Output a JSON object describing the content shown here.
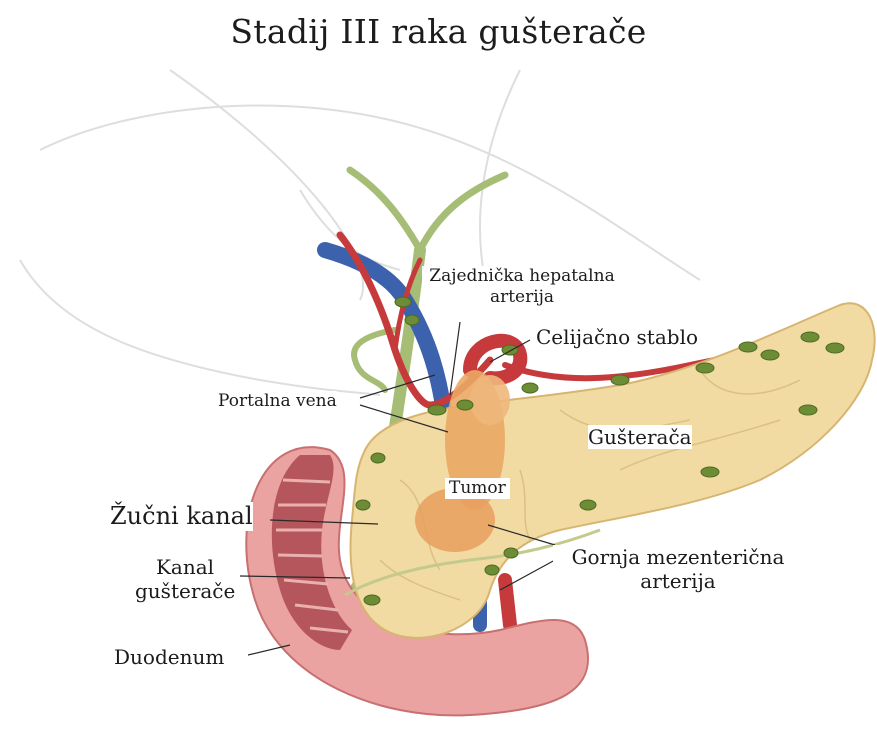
{
  "title": "Stadij III raka gušterače",
  "labels": {
    "zajednicka_line1": "Zajednička hepatalna",
    "zajednicka_line2": "arterija",
    "celijacno": "Celijačno stablo",
    "portalna": "Portalna vena",
    "gusteraca": "Gušterača",
    "tumor": "Tumor",
    "zucni": "Žučni kanal",
    "kanal_line1": "Kanal",
    "kanal_line2": "gušterače",
    "gornja_line1": "Gornja mezenterična",
    "gornja_line2": "arterija",
    "duodenum": "Duodenum"
  },
  "colors": {
    "pancreas": "#f1d9a0",
    "pancreas_edge": "#d9b774",
    "duodenum": "#e89a98",
    "duodenum_inner": "#b9545a",
    "artery": "#c7393b",
    "vein": "#3a5fa8",
    "bile_duct": "#a9c07a",
    "tumor": "#e8a865",
    "node": "#6f8f3a",
    "liver_outline": "#d9d9d9"
  }
}
